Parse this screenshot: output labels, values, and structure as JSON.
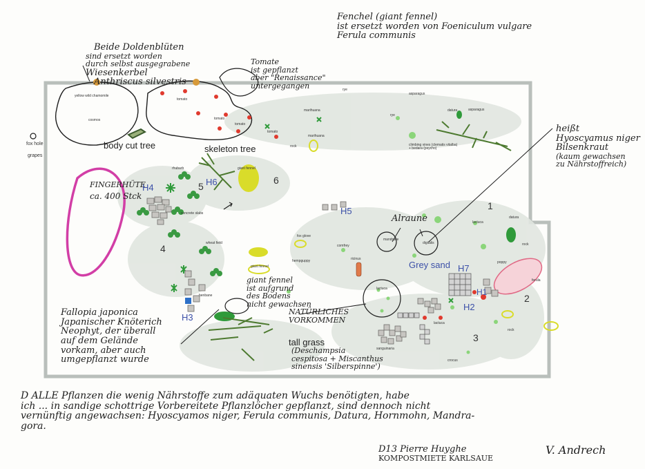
{
  "notes": {
    "top_left": [
      "Beide Doldenblüten",
      "sind ersetzt worden",
      "durch selbst ausgegrabene",
      "Wiesenkerbel",
      "Anthriscus silvestris"
    ],
    "top_mid": [
      "Tomate",
      "ist gepflanzt",
      "aber \"Renaissance\"",
      "untergegangen"
    ],
    "top_right": [
      "Fenchel (giant fennel)",
      "ist ersetzt worden von Foeniculum vulgare",
      "Ferula communis"
    ],
    "right": [
      "heißt",
      "Hyoscyamus niger",
      "Bilsenkraut",
      "(kaum gewachsen",
      "zu Nährstoffreich)"
    ],
    "finger": [
      "FINGERHÜTE",
      "ca. 400 Stck"
    ],
    "alraune": "Alraune",
    "fallopia": [
      "Fallopia japonica",
      "Japanischer Knöterich",
      "Neophyt, der überall",
      "auf dem Gelände",
      "vorkam, aber auch",
      "umgepflanzt wurde"
    ],
    "fennel_note": [
      "giant fennel",
      "ist aufgrund",
      "des Bodens",
      "nicht gewachsen"
    ],
    "natural": [
      "NATÜRLICHES",
      "VORKOMMEN"
    ],
    "tall_grass": [
      "tall grass",
      "(Deschampsia",
      "cespitosa + Miscanthus",
      "sinensis 'Silberspinne')"
    ],
    "bottom": [
      "D ALLE Pflanzen die wenig Nährstoffe zum adäquaten Wuchs benötigten, habe",
      "ich ... in sandige schottrige Vorbereitete Pflanzlöcher gepflanzt, sind dennoch nicht",
      "vernünftig angewachsen: Hyoscyamos niger, Ferula communis, Datura, Hornmohn, Mandra-",
      "gora."
    ],
    "signature": [
      "D13 Pierre Huyghe",
      "KOMPOSTMIETE KARLSAUE",
      "V. Andrech"
    ]
  },
  "map": {
    "body_cut_tree": "body cut tree",
    "skeleton_tree": "skeleton tree",
    "grey_sand": "Grey sand",
    "tall_grass": "tall grass",
    "fox_hole": "fox hole",
    "grapes": "grapes",
    "zones": [
      "1",
      "2",
      "3",
      "4",
      "5",
      "6"
    ],
    "hotspots": [
      "H1",
      "H2",
      "H3",
      "H4",
      "H5",
      "H6",
      "H7"
    ],
    "plants": {
      "tomato": "tomato",
      "marihuana": "marihuana",
      "rye": "rye",
      "asparagus": "asparagus",
      "datura": "datura",
      "lactuca": "lactuca",
      "sanguinaria": "sanguinaria",
      "poppy": "poppy",
      "crocus": "crocus",
      "ferula": "ferula",
      "foxglove": "fox glove",
      "wheat_field": "wheat field",
      "concrete_slabs": "concrete slabs",
      "rock": "rock",
      "hemp": "hempguppy",
      "giant_fennel": "giant fennel",
      "comfrey": "comfrey",
      "rhubarb": "rhubarb",
      "henbane": "henbane",
      "ricinus": "ricinus",
      "digitalis": "digitalis",
      "mandrake": "mandrake",
      "climbing_vines": [
        "climbing vines (clematis vitalba)",
        "+ bedara (psycho)"
      ],
      "yellow_wild_chamom": "yellow wild chamomile",
      "cosmos": "cosmos"
    }
  },
  "colors": {
    "ink": "#1d1d1d",
    "magenta": "#d23ea6",
    "pink": "#e06a86",
    "yellow": "#d9dc2a",
    "green_dark": "#2f9a3a",
    "green_light": "#8bd57a",
    "grey_area": "#dfe4df",
    "red_dot": "#e03a2e",
    "blue_label": "#3c50a8"
  }
}
